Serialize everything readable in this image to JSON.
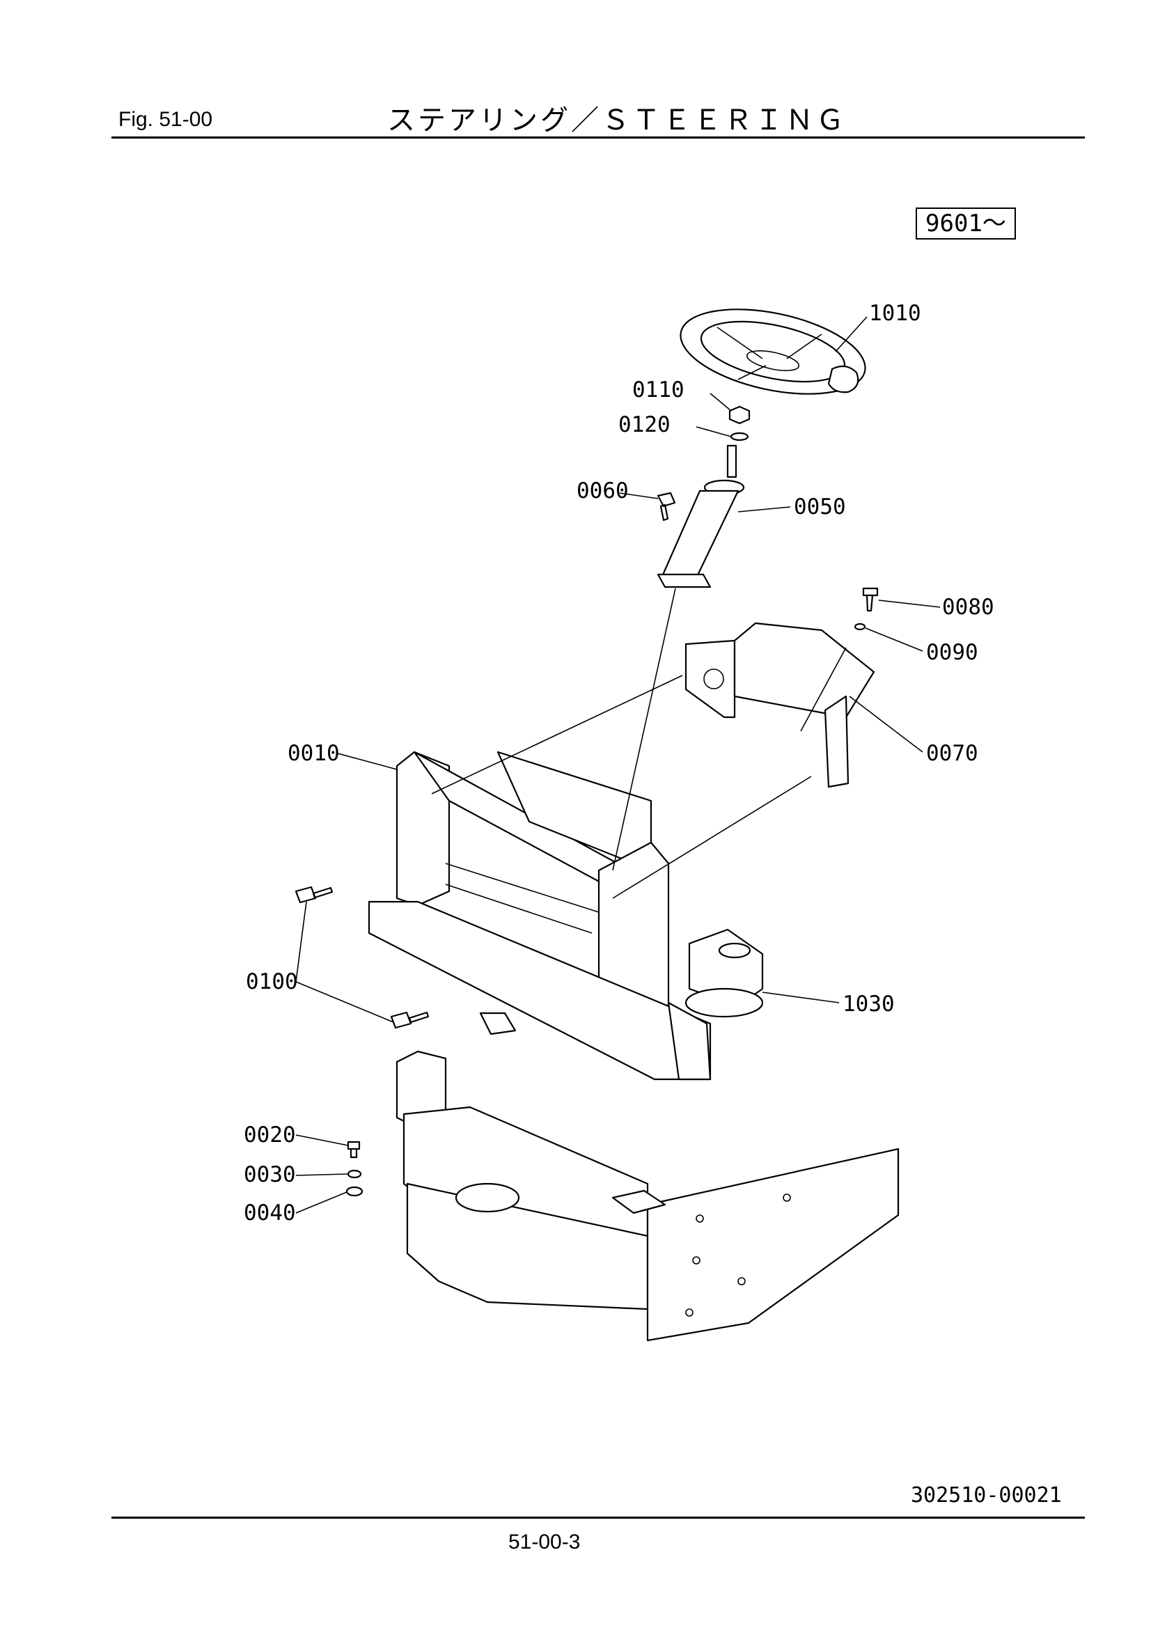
{
  "header": {
    "fig_label": "Fig.  51-00",
    "title": "ステアリング／ＳＴＥＥＲＩＮＧ"
  },
  "serial_range": "9601～",
  "footer": {
    "drawing_id": "302510-00021",
    "page_number": "51-00-3"
  },
  "parts": [
    {
      "id": "0010"
    },
    {
      "id": "0020"
    },
    {
      "id": "0030"
    },
    {
      "id": "0040"
    },
    {
      "id": "0050"
    },
    {
      "id": "0060"
    },
    {
      "id": "0070"
    },
    {
      "id": "0080"
    },
    {
      "id": "0090"
    },
    {
      "id": "0100"
    },
    {
      "id": "0110"
    },
    {
      "id": "0120"
    },
    {
      "id": "1010"
    },
    {
      "id": "1030"
    }
  ]
}
